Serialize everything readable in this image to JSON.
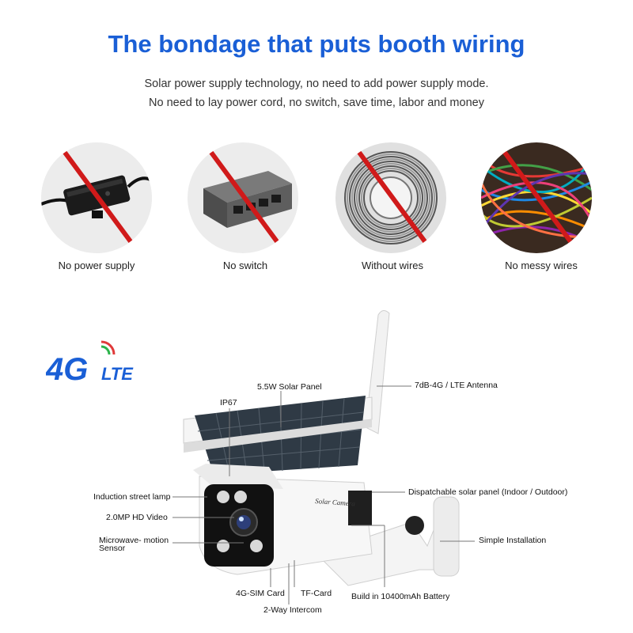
{
  "headline": "The bondage that puts booth wiring",
  "subtitle": {
    "line1": "Solar power supply technology, no need to add power supply mode.",
    "line2": "No need to lay power cord, no switch, save time, labor and money"
  },
  "features": [
    {
      "label": "No power supply",
      "icon": "power-adapter-icon"
    },
    {
      "label": "No switch",
      "icon": "network-switch-icon"
    },
    {
      "label": "Without wires",
      "icon": "cable-coil-icon"
    },
    {
      "label": "No messy wires",
      "icon": "tangled-wires-icon"
    }
  ],
  "logo": {
    "main": "4G",
    "suffix": "LTE"
  },
  "camera": {
    "body_text": "Solar Camera",
    "labels": {
      "solar_panel": "5.5W Solar Panel",
      "antenna": "7dB-4G / LTE Antenna",
      "ip": "IP67",
      "lamp": "Induction street lamp",
      "video": "2.0MP HD Video",
      "sensor_line1": "Microwave- motion",
      "sensor_line2": "Sensor",
      "dispatchable": "Dispatchable solar panel (Indoor / Outdoor)",
      "install": "Simple Installation",
      "sim": "4G-SIM Card",
      "tf": "TF-Card",
      "battery": "Build in 10400mAh Battery",
      "intercom": "2-Way Intercom"
    }
  },
  "colors": {
    "accent": "#1a5fd6",
    "prohibit": "#d01a1a",
    "logo_green": "#2bb34a",
    "logo_red": "#e03a3a"
  }
}
